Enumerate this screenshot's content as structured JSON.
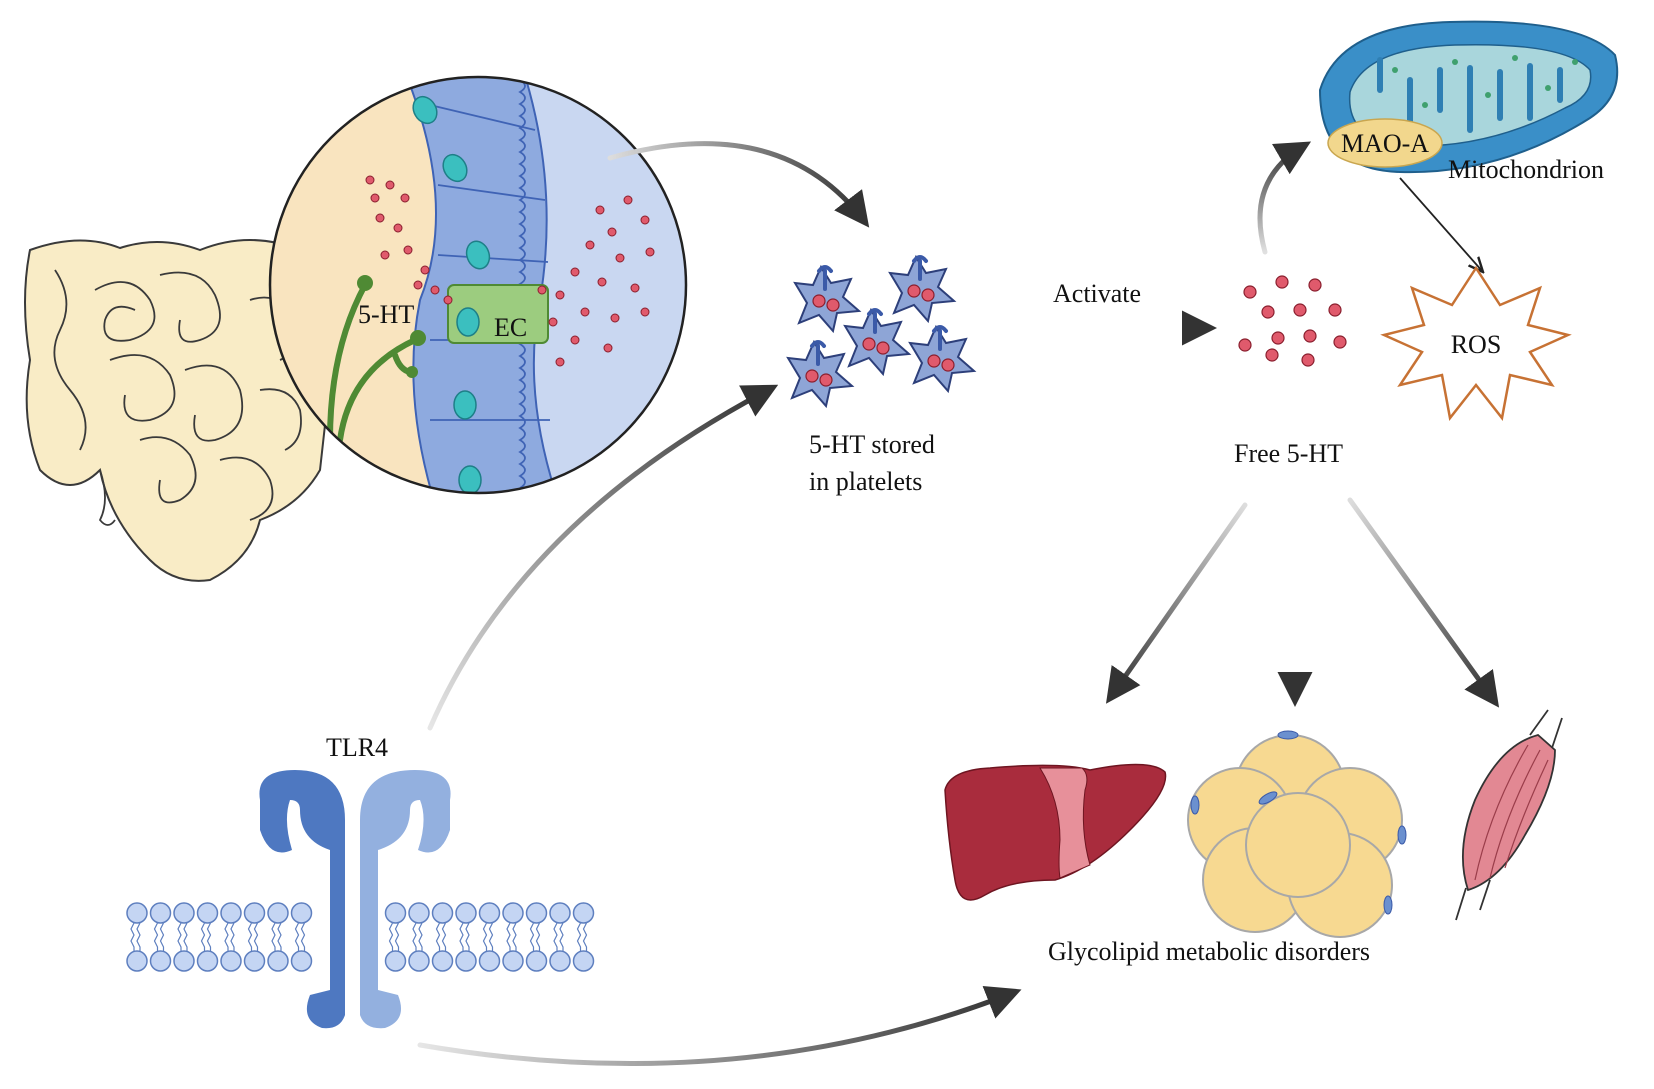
{
  "labels": {
    "serotonin": "5-HT",
    "ec_cell": "EC",
    "platelets_line1": "5-HT stored",
    "platelets_line2": "in platelets",
    "activate": "Activate",
    "free_serotonin": "Free 5-HT",
    "enzyme": "MAO-A",
    "organelle": "Mitochondrion",
    "ros": "ROS",
    "receptor": "TLR4",
    "outcome": "Glycolipid metabolic disorders"
  },
  "colors": {
    "lumen": "#f9e4bf",
    "epithelium": "#8eaadf",
    "epithelium_dark": "#3f63b5",
    "ec_cell": "#9ccc7f",
    "nerve": "#4f8a34",
    "nucleus": "#3bbfbf",
    "serotonin_dot": "#e05a6c",
    "liver": "#a92c3d",
    "adipocyte": "#f7d991",
    "muscle": "#e28893",
    "tlr4_dark": "#4e78c1",
    "tlr4_light": "#93b0df",
    "membrane": "#bfd2f2",
    "mito_outer": "#3a8fc8",
    "mito_inner": "#a9d6dc",
    "mao": "#f2d78d",
    "ros_star": "#c77234"
  },
  "icons": [
    "intestine-icon",
    "platelet-icon",
    "mitochondrion-icon",
    "ros-burst-icon",
    "tlr4-receptor-icon",
    "liver-icon",
    "adipocyte-icon",
    "muscle-icon"
  ]
}
